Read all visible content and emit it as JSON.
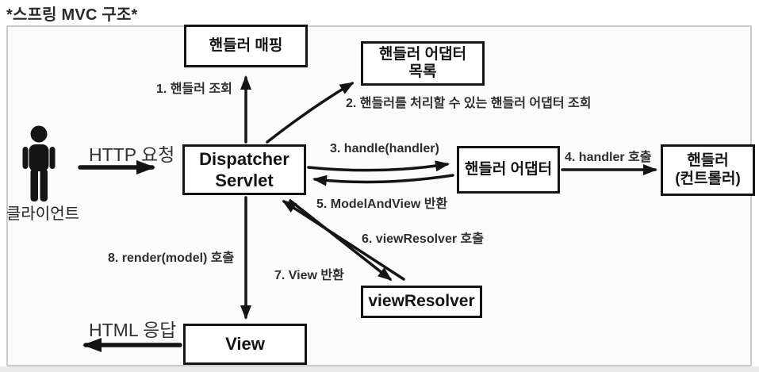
{
  "title": "*스프링 MVC 구조*",
  "client": {
    "label": "클라이언트"
  },
  "boxes": {
    "handler_mapping": "핸들러 매핑",
    "handler_adapter_list": "핸들러 어댑터\n목록",
    "dispatcher_servlet": "Dispatcher\nServlet",
    "handler_adapter": "핸들러 어댑터",
    "handler_controller": "핸들러\n(컨트롤러)",
    "view_resolver": "viewResolver",
    "view": "View"
  },
  "arrows": {
    "http_request": "HTTP 요청",
    "step1": "1. 핸들러 조회",
    "step2": "2. 핸들러를 처리할 수 있는 핸들러 어댑터 조회",
    "step3": "3. handle(handler)",
    "step4": "4. handler 호출",
    "step5": "5. ModelAndView 반환",
    "step6": "6. viewResolver 호출",
    "step7": "7. View 반환",
    "step8": "8. render(model) 호출",
    "html_response": "HTML 응답"
  },
  "colors": {
    "line": "#141414",
    "box_border": "#141414",
    "box_fill": "#ffffff",
    "frame_border": "#c9c9c9",
    "frame_fill": "#fbfbfb",
    "label_text": "#2e2e2e"
  }
}
